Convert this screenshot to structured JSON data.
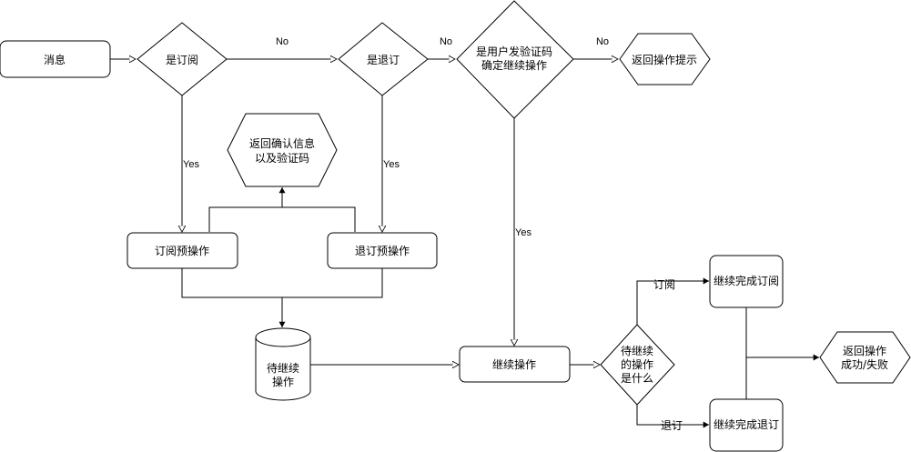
{
  "nodes": {
    "message": "消息",
    "is_subscribe": "是订阅",
    "is_unsubscribe": "是退订",
    "is_verify_line1": "是用户发验证码",
    "is_verify_line2": "确定继续操作",
    "return_hint": "返回操作提示",
    "return_confirm_line1": "返回确认信息",
    "return_confirm_line2": "以及验证码",
    "subscribe_pre": "订阅预操作",
    "unsubscribe_pre": "退订预操作",
    "pending_store_line1": "待继续",
    "pending_store_line2": "操作",
    "continue_op": "继续操作",
    "which_op_line1": "待继续",
    "which_op_line2": "的操作",
    "which_op_line3": "是什么",
    "done_subscribe": "继续完成订阅",
    "done_unsubscribe": "继续完成退订",
    "return_result_line1": "返回操作",
    "return_result_line2": "成功/失败"
  },
  "edge_labels": {
    "no_1": "No",
    "no_2": "No",
    "no_3": "No",
    "yes_1": "Yes",
    "yes_2": "Yes",
    "yes_3": "Yes",
    "branch_subscribe": "订阅",
    "branch_unsubscribe": "退订"
  }
}
